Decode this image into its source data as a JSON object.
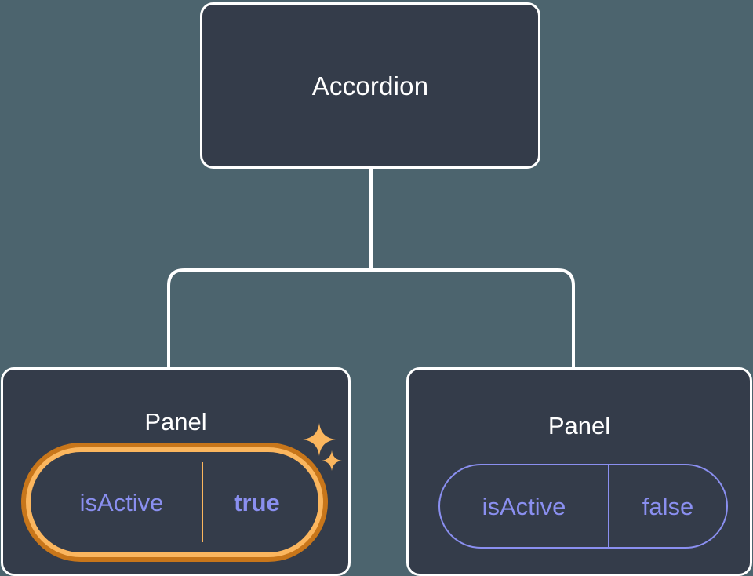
{
  "diagram": {
    "type": "component-tree",
    "background_color": "#4c646e",
    "node_fill_color": "#343c4a",
    "node_border_color": "#ffffff",
    "connector_color": "#ffffff",
    "accent_highlight_outer": "#c8761a",
    "accent_highlight_inner": "#fbb65e",
    "accent_prop_color": "#8a8ff0",
    "root": {
      "title": "Accordion"
    },
    "children": [
      {
        "title": "Panel",
        "highlighted": true,
        "prop": {
          "key": "isActive",
          "value": "true"
        },
        "sparkles": [
          {
            "name": "sparkle-large"
          },
          {
            "name": "sparkle-small"
          }
        ]
      },
      {
        "title": "Panel",
        "highlighted": false,
        "prop": {
          "key": "isActive",
          "value": "false"
        }
      }
    ]
  }
}
